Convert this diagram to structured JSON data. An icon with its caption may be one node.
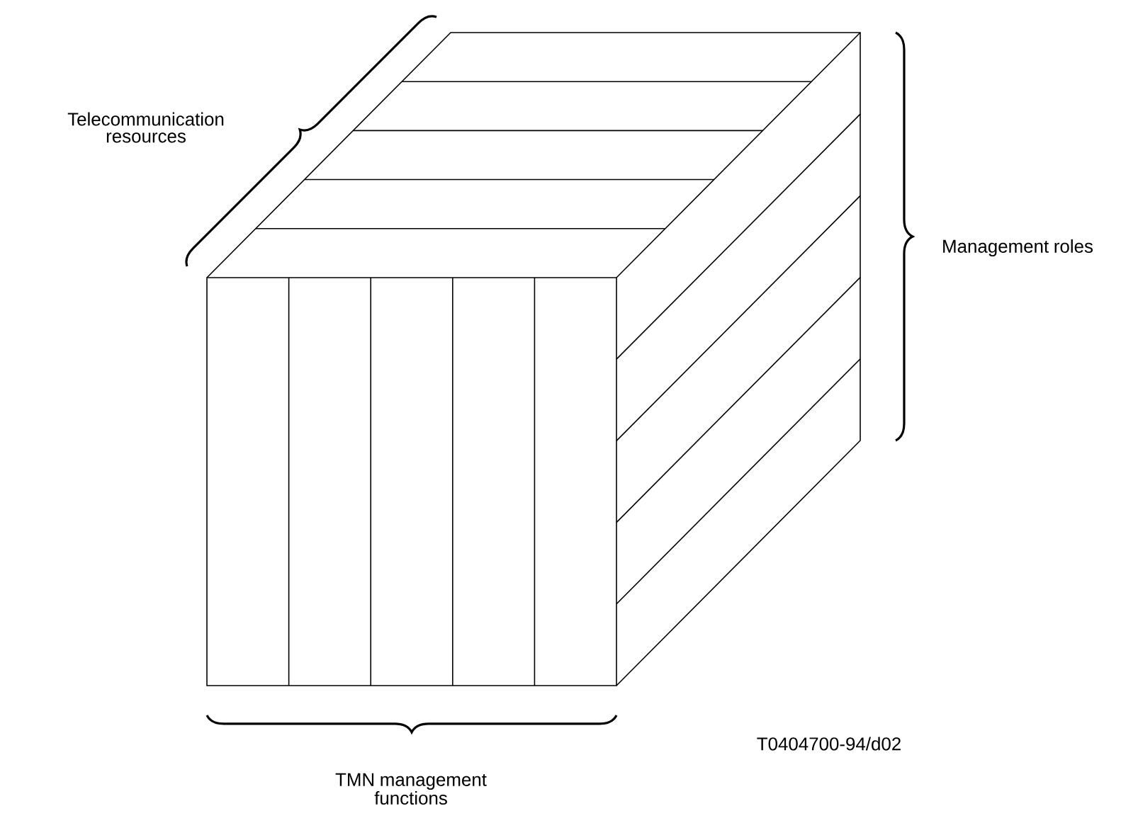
{
  "diagram": {
    "labels": [
      "Telecommunication resources",
      "Management roles",
      "TMN management functions",
      "T0404700-94/d02"
    ]
  }
}
